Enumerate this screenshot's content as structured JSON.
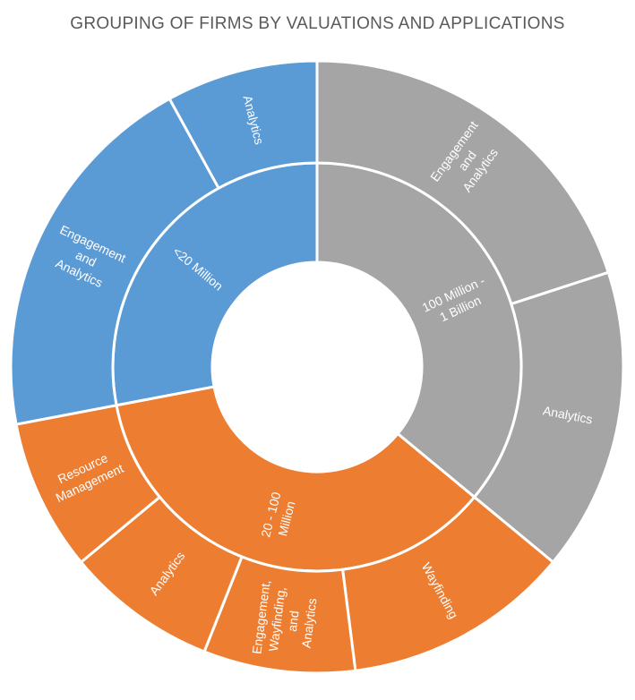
{
  "chart_data": {
    "type": "sunburst",
    "title": "GROUPING OF FIRMS BY VALUATIONS AND APPLICATIONS",
    "colors": {
      "<20 Million": "#5b9bd5",
      "100 Million - 1 Billion": "#a5a5a5",
      "20 - 100 Million": "#ed7d31"
    },
    "categories": [
      {
        "name": "100 Million - 1 Billion",
        "value": 9,
        "children": [
          {
            "name": "Engagement and Analytics",
            "value": 5
          },
          {
            "name": "Analytics",
            "value": 4
          }
        ]
      },
      {
        "name": "20 - 100 Million",
        "value": 9,
        "children": [
          {
            "name": "Wayfinding",
            "value": 3
          },
          {
            "name": "Engagement, Wayfinding, and Analytics",
            "value": 2
          },
          {
            "name": "Analytics",
            "value": 2
          },
          {
            "name": "Resource Management",
            "value": 2
          }
        ]
      },
      {
        "name": "<20 Million",
        "value": 7,
        "children": [
          {
            "name": "Engagement and Analytics",
            "value": 5
          },
          {
            "name": "Analytics",
            "value": 2
          }
        ]
      }
    ]
  }
}
